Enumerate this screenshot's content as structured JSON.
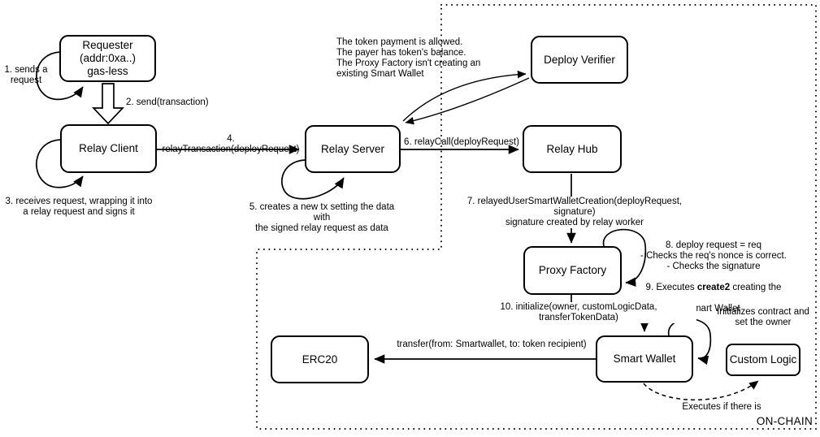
{
  "region": {
    "label": "ON-CHAIN"
  },
  "nodes": {
    "requester": {
      "label": "Requester\n(addr:0xa..)\ngas-less"
    },
    "relay_client": {
      "label": "Relay Client"
    },
    "relay_server": {
      "label": "Relay Server"
    },
    "deploy_verifier": {
      "label": "Deploy Verifier"
    },
    "relay_hub": {
      "label": "Relay Hub"
    },
    "proxy_factory": {
      "label": "Proxy Factory"
    },
    "smart_wallet": {
      "label": "Smart Wallet"
    },
    "custom_logic": {
      "label": "Custom Logic"
    },
    "erc20": {
      "label": "ERC20"
    }
  },
  "annotations": {
    "step1": "1. sends a\nrequest",
    "step2": "2. send(transaction)",
    "step3": "3. receives request, wrapping it into\na relay request and signs it",
    "step4": "4. relayTransaction(deployRequest)",
    "step5": "5. creates a new tx setting the data with\nthe signed relay request as data",
    "step6": "6. relayCall(deployRequest)",
    "step7": "7. relayedUserSmartWalletCreation(deployRequest, signature)\nsignature created by relay worker",
    "verifier_note": "The token payment is allowed.\nThe payer has token's balance.\nThe Proxy Factory isn't creating an\nexisting Smart Wallet",
    "step8": "8. deploy request = req\n- Checks the req's nonce is correct.\n- Checks the signature",
    "step9_pre": "9. Executes ",
    "step9_bold": "create2",
    "step9_post": " creating the",
    "step9_line2": "Smart Wallet",
    "step10": "10. initialize(owner, customLogicData, transferTokenData)",
    "init_note": "Initializes contract and\nset the owner",
    "transfer_label": "transfer(from: Smartwallet, to: token recipient)",
    "executes_note": "Executes if there is"
  },
  "colors": {
    "line": "#000000",
    "background": "#ffffff"
  }
}
